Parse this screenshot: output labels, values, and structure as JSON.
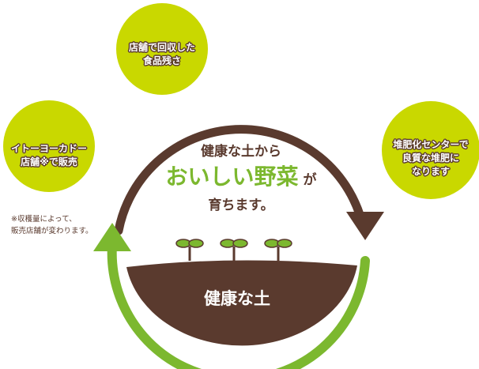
{
  "circles": {
    "top": {
      "line1": "店舗で回収した",
      "line2": "食品残さ"
    },
    "left": {
      "line1": "イトーヨーカドー",
      "line2": "店舗※で販売"
    },
    "right": {
      "line1": "堆肥化センターで",
      "line2": "良質な堆肥に",
      "line3": "なります"
    }
  },
  "note": {
    "line1": "※収穫量によって、",
    "line2": "販売店舗が変わります。"
  },
  "center": {
    "line1": "健康な土から",
    "highlight": "おいしい野菜",
    "particle": "が",
    "line3": "育ちます。"
  },
  "soil_label": "健康な土",
  "colors": {
    "circle": "#c9d800",
    "brown": "#5a3a2e",
    "green": "#7cb82f"
  }
}
